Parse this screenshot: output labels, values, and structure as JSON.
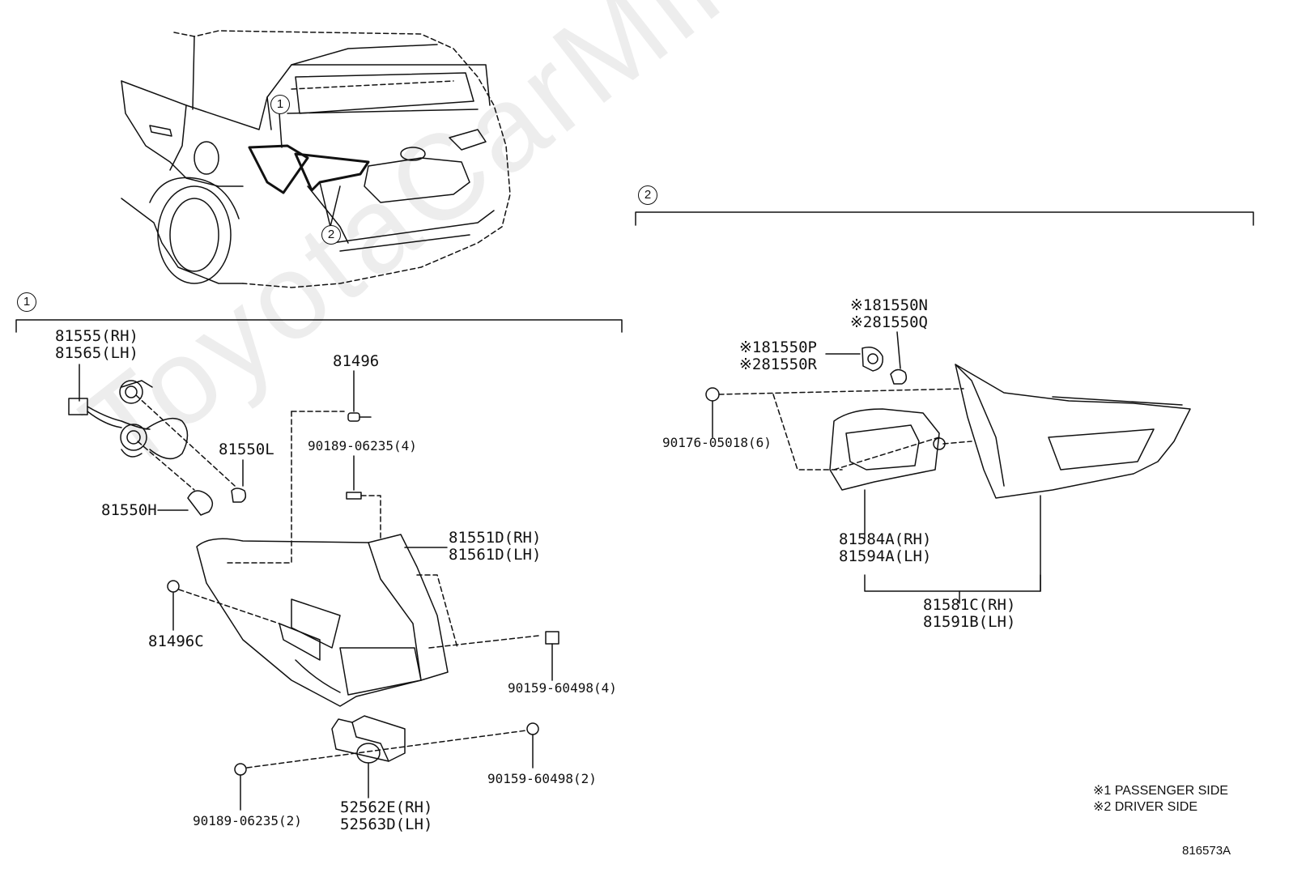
{
  "watermark": "ToyotaCarMine.ru",
  "callouts": {
    "one": "1",
    "two": "2"
  },
  "section_left": {
    "label_81555_81565": [
      "81555(RH)",
      "81565(LH)"
    ],
    "label_81496": "81496",
    "label_90189_06235_4": "90189-06235(4)",
    "label_81550L": "81550L",
    "label_81550H": "81550H",
    "label_81551D_81561D": [
      "81551D(RH)",
      "81561D(LH)"
    ],
    "label_81496C": "81496C",
    "label_90159_60498_4": "90159-60498(4)",
    "label_90159_60498_2": "90159-60498(2)",
    "label_90189_06235_2": "90189-06235(2)",
    "label_52562E_52563D": [
      "52562E(RH)",
      "52563D(LH)"
    ]
  },
  "section_right": {
    "label_81550N_Q": [
      "※181550N",
      "※281550Q"
    ],
    "label_81550P_R": [
      "※181550P",
      "※281550R"
    ],
    "label_90176_05018_6": "90176-05018(6)",
    "label_81584A_81594A": [
      "81584A(RH)",
      "81594A(LH)"
    ],
    "label_81581C_81591B": [
      "81581C(RH)",
      "81591B(LH)"
    ]
  },
  "notes": [
    "※1 PASSENGER SIDE",
    "※2 DRIVER SIDE"
  ],
  "diagram_code": "816573A",
  "colors": {
    "line": "#111111",
    "watermark": "#000000"
  }
}
